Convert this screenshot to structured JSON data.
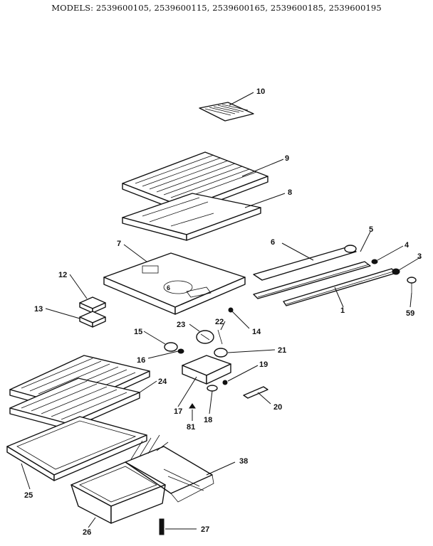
{
  "header": {
    "models": "MODELS: 2539600105, 2539600115, 2539600165, 2539600185, 2539600195"
  },
  "callouts": {
    "p1": "1",
    "p3": "3",
    "p4": "4",
    "p5": "5",
    "p6": "6",
    "p7": "7",
    "p8": "8",
    "p9": "9",
    "p10": "10",
    "p12": "12",
    "p13": "13",
    "p14": "14",
    "p15": "15",
    "p16": "16",
    "p17": "17",
    "p18": "18",
    "p19": "19",
    "p20": "20",
    "p21": "21",
    "p22": "22",
    "p23": "23",
    "p24": "24",
    "p25": "25",
    "p26": "26",
    "p27": "27",
    "p38": "38",
    "p59": "59",
    "p81": "81"
  }
}
